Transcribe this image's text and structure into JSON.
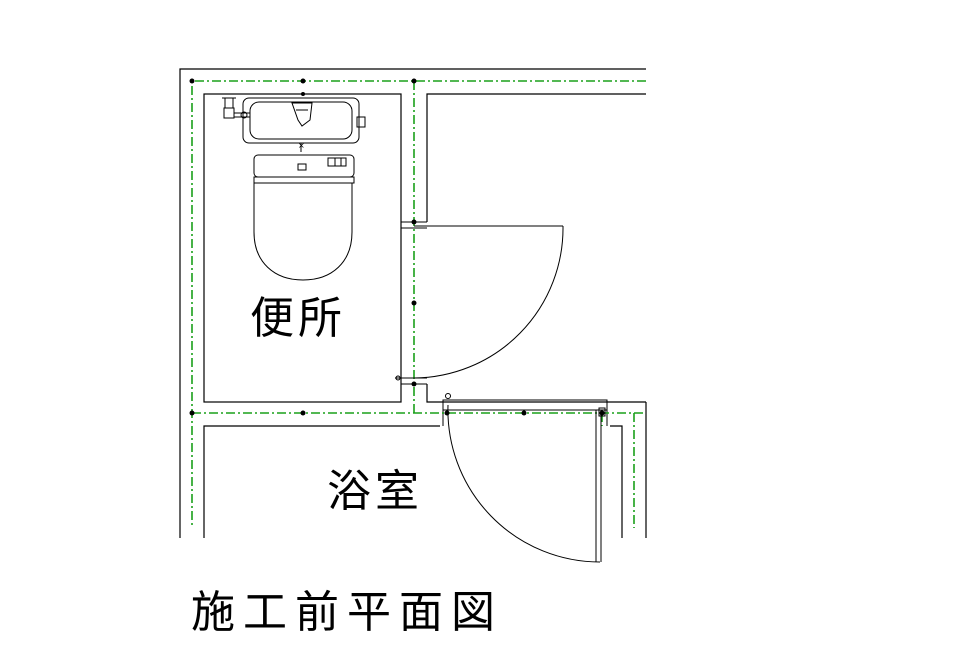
{
  "rooms": {
    "toilet": "便所",
    "bath": "浴室"
  },
  "caption": "施工前平面図"
}
